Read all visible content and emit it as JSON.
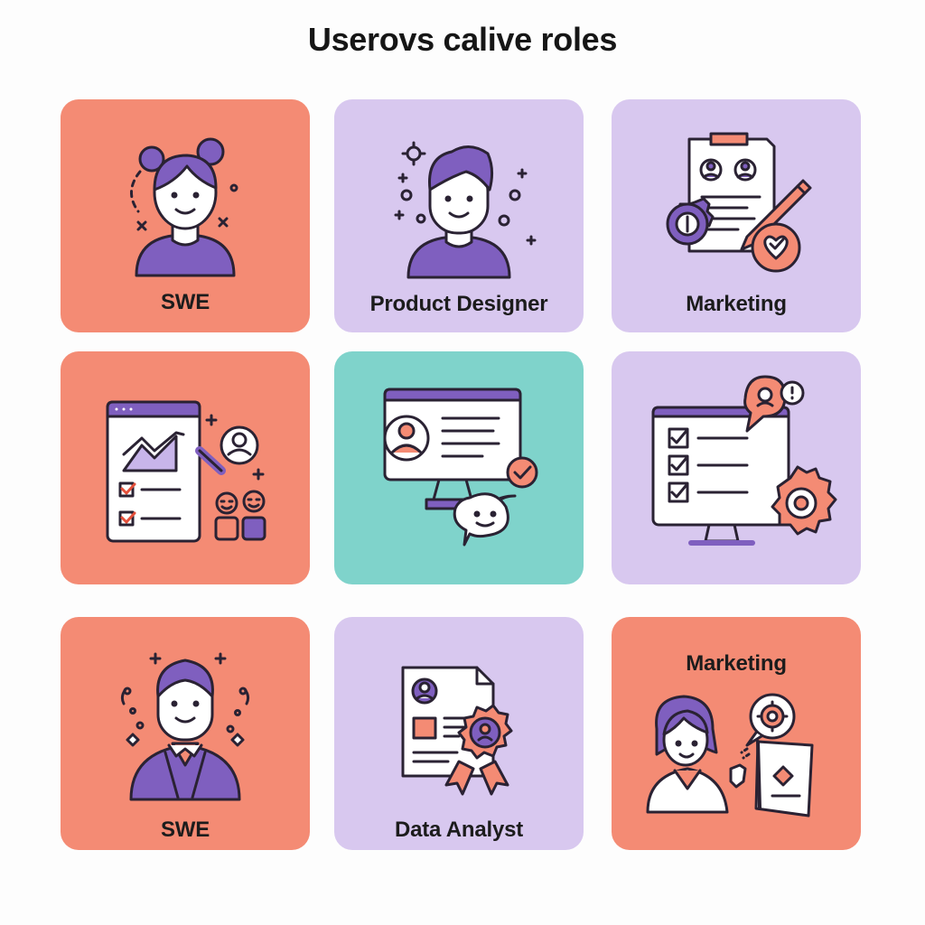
{
  "page": {
    "title": "Userovs calive roles"
  },
  "cards": [
    {
      "label": "SWE",
      "icon": "woman-developer-icon",
      "color": "#f48b74"
    },
    {
      "label": "Product Designer",
      "icon": "designer-man-icon",
      "color": "#d8c8ef"
    },
    {
      "label": "Marketing",
      "icon": "resume-pencil-gear-icon",
      "color": "#d8c8ef"
    },
    {
      "label": "",
      "icon": "analytics-report-icon",
      "color": "#f48b74"
    },
    {
      "label": "",
      "icon": "video-call-monitor-icon",
      "color": "#7fd3cb"
    },
    {
      "label": "",
      "icon": "checklist-monitor-gear-icon",
      "color": "#d8c8ef"
    },
    {
      "label": "SWE",
      "icon": "man-in-suit-icon",
      "color": "#f48b74"
    },
    {
      "label": "Data Analyst",
      "icon": "certificate-award-icon",
      "color": "#d8c8ef"
    },
    {
      "label": "Marketing",
      "icon": "woman-with-tablet-icon",
      "color": "#f48b74"
    }
  ],
  "palette": {
    "salmon": "#f48b74",
    "lavender": "#d8c8ef",
    "teal": "#7fd3cb",
    "purple": "#7f5fbf",
    "outline": "#2a2233"
  }
}
